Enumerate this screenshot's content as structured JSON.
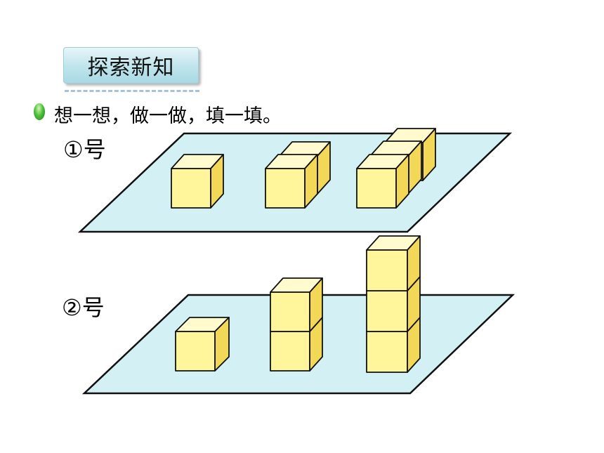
{
  "header": {
    "title": "探索新知"
  },
  "instruction": {
    "text": "想一想，做一做，填一填。"
  },
  "groups": [
    {
      "label": "①号"
    },
    {
      "label": "②号"
    }
  ],
  "colors": {
    "plane_fill": "#d3f1f4",
    "cube_front": "#fff59a",
    "cube_top": "#fffbcf",
    "cube_side": "#f3d858",
    "title_bg": "#bfe4ec",
    "bullet": "#3fb83a"
  },
  "icons": {
    "bullet": "green-dot-icon"
  }
}
